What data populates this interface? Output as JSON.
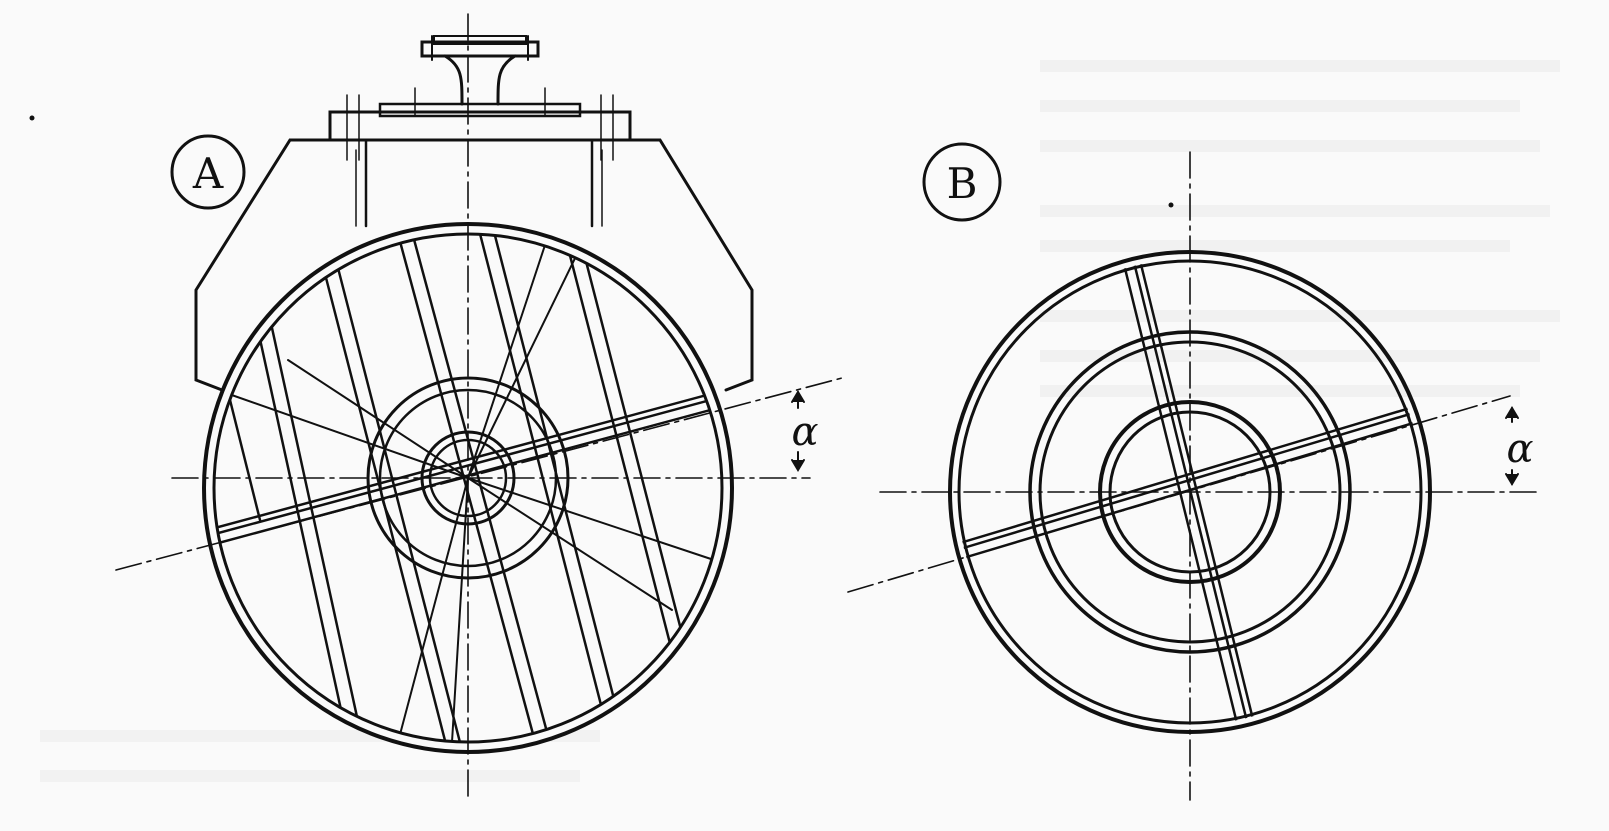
{
  "figure_a": {
    "label": "A",
    "angle_label": "α"
  },
  "figure_b": {
    "label": "B",
    "angle_label": "α"
  },
  "colors": {
    "ink": "#111111",
    "paper": "#fafafa"
  }
}
